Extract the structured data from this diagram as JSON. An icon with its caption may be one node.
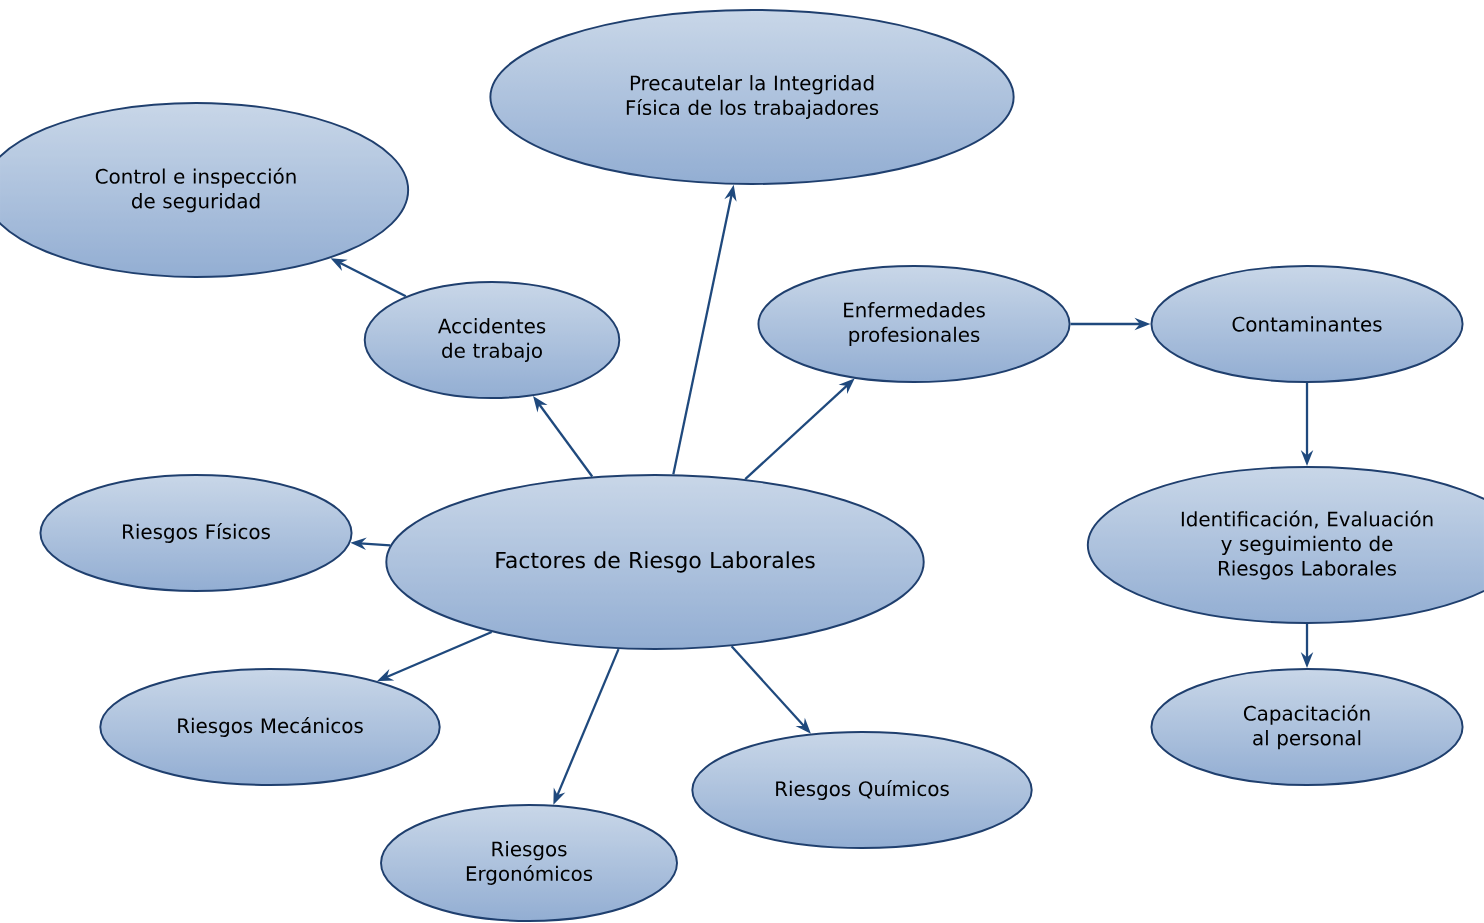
{
  "diagram": {
    "nodes": [
      {
        "text": [
          "Precautelar la Integridad Física de los trabajadores"
        ]
      },
      {
        "text": [
          "Control e inspección de seguridad"
        ]
      },
      {
        "text": [
          "Accidentes de trabajo"
        ]
      },
      {
        "text": [
          "Enfermedades profesionales"
        ]
      },
      {
        "text": [
          "Contaminantes"
        ]
      },
      {
        "text": [
          "Riesgos Físicos"
        ]
      },
      {
        "text": [
          "Factores de Riesgo Laborales"
        ]
      },
      {
        "text": [
          "Identificación, Evaluación y seguimiento de Riesgos Laborales"
        ]
      },
      {
        "text": [
          "Riesgos Mecánicos"
        ]
      },
      {
        "text": [
          "Capacitación al personal"
        ]
      },
      {
        "text": [
          "Riesgos Químicos"
        ]
      },
      {
        "text": [
          "Riesgos Ergonómicos"
        ]
      }
    ],
    "edges": [
      {
        "from": 6,
        "to": 0,
        "arrow": "to"
      },
      {
        "from": 2,
        "to": 1,
        "arrow": "to"
      },
      {
        "from": 6,
        "to": 2,
        "arrow": "to"
      },
      {
        "from": 6,
        "to": 3,
        "arrow": "to"
      },
      {
        "from": 3,
        "to": 4,
        "arrow": "to"
      },
      {
        "from": 4,
        "to": 7,
        "arrow": "to"
      },
      {
        "from": 6,
        "to": 5,
        "arrow": "to"
      },
      {
        "from": 7,
        "to": 9,
        "arrow": "to"
      },
      {
        "from": 6,
        "to": 8,
        "arrow": "to"
      },
      {
        "from": 6,
        "to": 11,
        "arrow": "to"
      },
      {
        "from": 6,
        "to": 10,
        "arrow": "to"
      }
    ]
  }
}
